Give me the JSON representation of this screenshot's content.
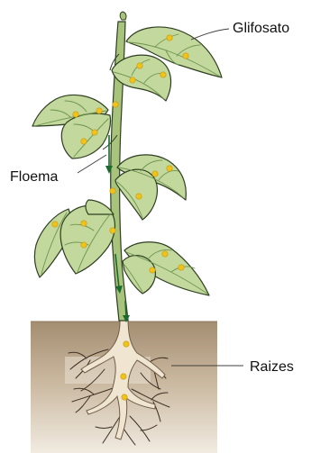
{
  "labels": {
    "glyphosate": "Glifosato",
    "phloem": "Floema",
    "roots": "Raizes"
  },
  "colors": {
    "leaf_fill": "#c2d89c",
    "leaf_vein": "#6f9450",
    "leaf_outline": "#2f3f22",
    "stem_fill": "#a8c47c",
    "dot": "#f0c21c",
    "arrow": "#1c6b2e",
    "soil_dark": "#b09a7e",
    "soil_light": "#e7ddcf",
    "root": "#eee4cf",
    "leader_line": "#404040"
  },
  "icons": {
    "glyphosate_marker": "yellow-dot",
    "phloem_flow": "down-arrow"
  }
}
